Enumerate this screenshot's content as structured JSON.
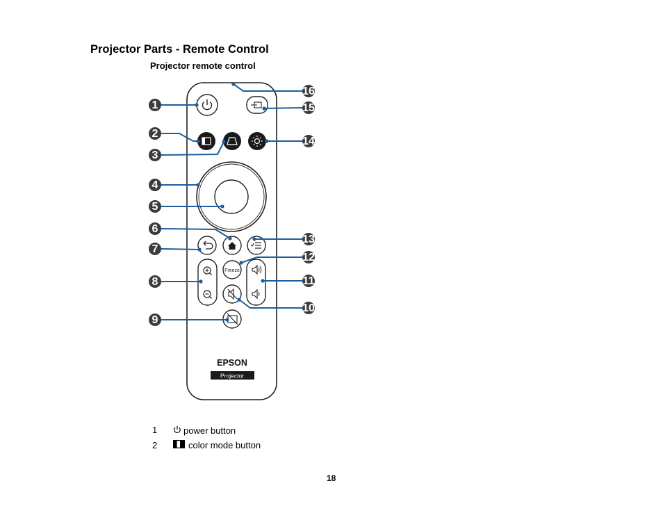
{
  "page": {
    "title": "Projector Parts - Remote Control",
    "figure_caption": "Projector remote control",
    "page_number": "18"
  },
  "remote": {
    "brand": "EPSON",
    "model_label": "Projector",
    "freeze_label": "Freeze",
    "callouts": [
      "1",
      "2",
      "3",
      "4",
      "5",
      "6",
      "7",
      "8",
      "9",
      "10",
      "11",
      "12",
      "13",
      "14",
      "15",
      "16"
    ]
  },
  "legend": [
    {
      "number": "1",
      "icon": "power-icon",
      "text": "power button"
    },
    {
      "number": "2",
      "icon": "color-mode-icon",
      "text": "color mode button"
    }
  ],
  "colors": {
    "callout": "#3c3c3c",
    "leader_line": "#1b5e9e",
    "button_dark": "#1a1a1a"
  }
}
